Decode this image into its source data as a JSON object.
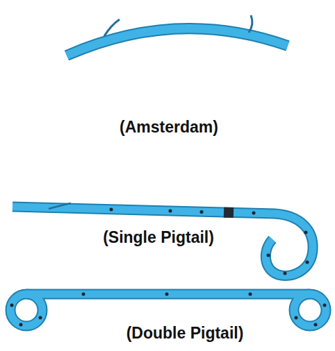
{
  "diagram": {
    "labels": [
      "(Amsterdam)",
      "(Single Pigtail)",
      "(Double Pigtail)"
    ]
  }
}
